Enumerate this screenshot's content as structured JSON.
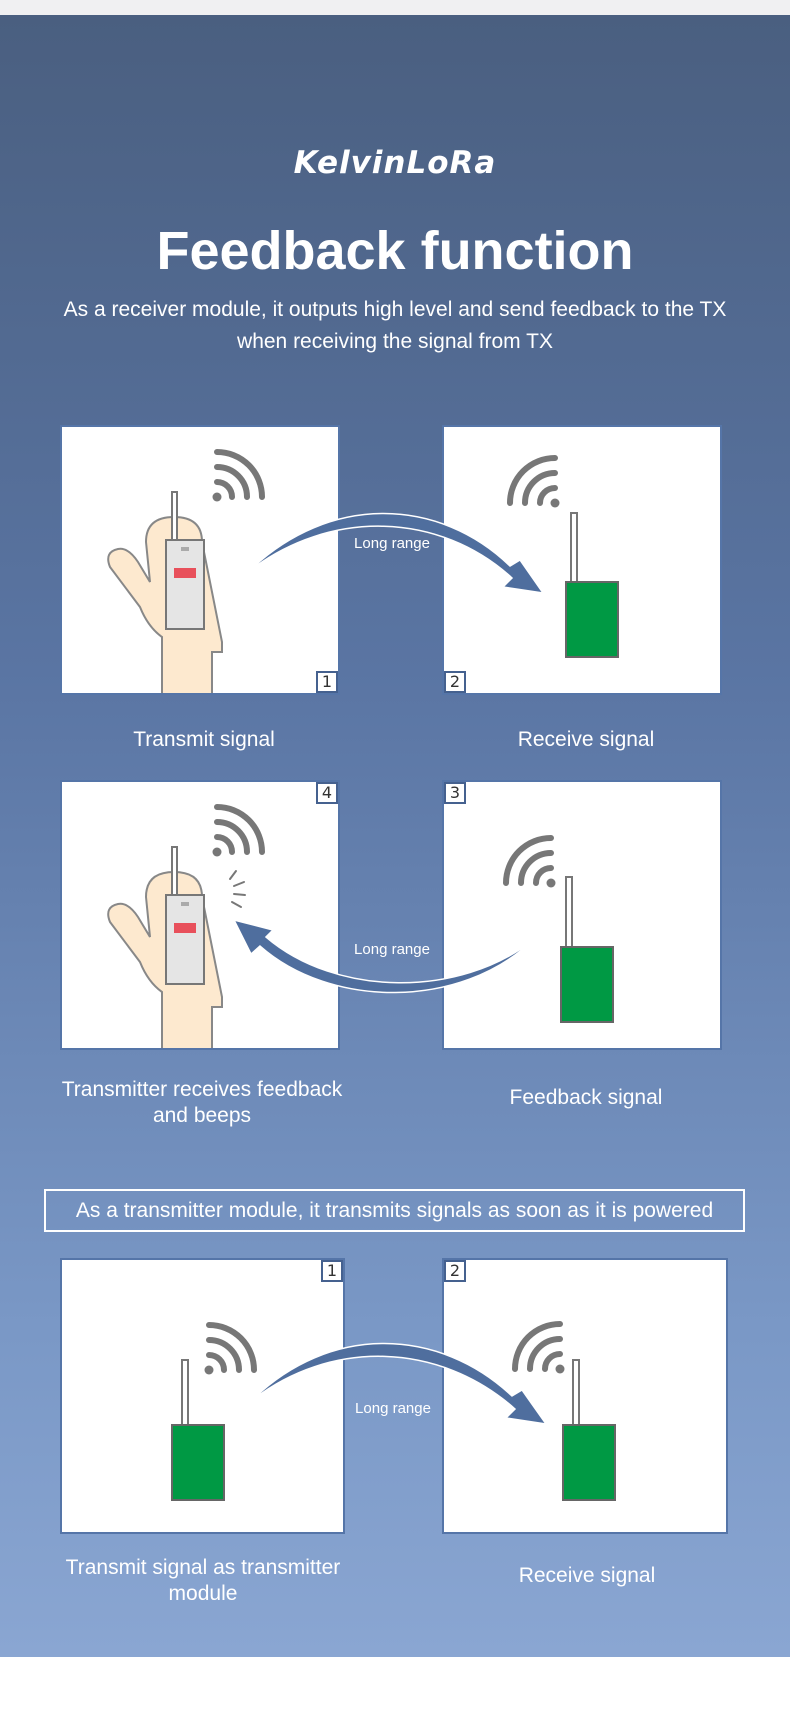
{
  "brand": "KelvinLoRa",
  "title": "Feedback function",
  "subtitle": "As a receiver module, it outputs high level and send feedback to the TX when receiving the signal from TX",
  "range_label": "Long range",
  "section1": {
    "panels": [
      {
        "number": "1",
        "caption": "Transmit signal"
      },
      {
        "number": "2",
        "caption": "Receive signal"
      },
      {
        "number": "4",
        "caption": "Transmitter receives feedback and beeps"
      },
      {
        "number": "3",
        "caption": "Feedback signal"
      }
    ]
  },
  "banner": "As a transmitter module, it transmits signals as soon as it is powered",
  "section2": {
    "panels": [
      {
        "number": "1",
        "caption": "Transmit signal as transmitter module"
      },
      {
        "number": "2",
        "caption": "Receive signal"
      }
    ]
  },
  "colors": {
    "module_green": "#009944",
    "arrow_blue": "#4f6e9e",
    "hand_skin": "#fde9cf",
    "remote_led": "#e8505b",
    "wifi_gray": "#777777"
  },
  "icons": [
    "remote-in-hand-icon",
    "lora-module-icon",
    "wifi-signal-icon",
    "curved-arrow-icon",
    "beep-lines-icon"
  ]
}
